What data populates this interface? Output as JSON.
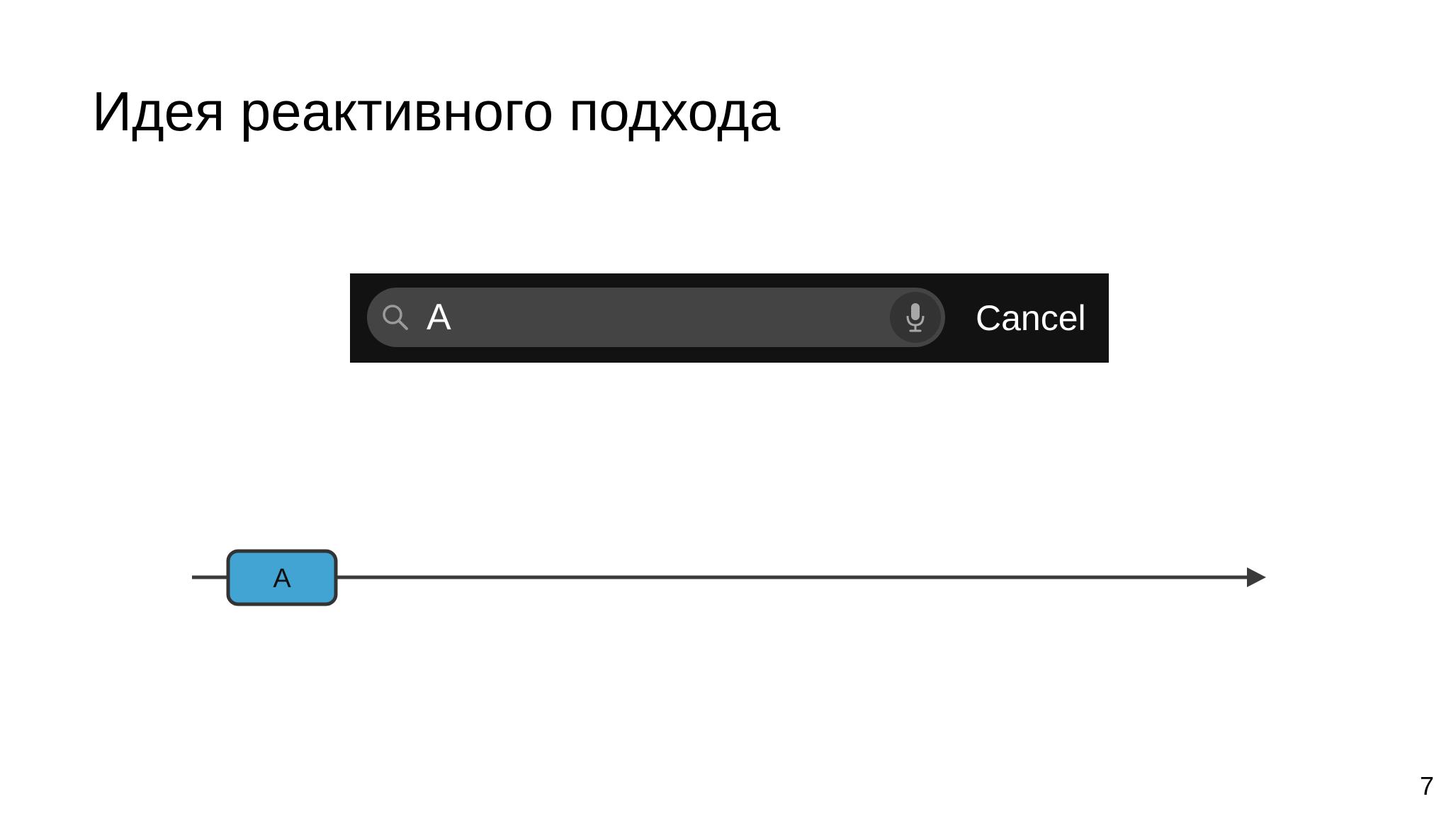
{
  "slide": {
    "title": "Идея реактивного подхода",
    "page_number": "7"
  },
  "search_bar": {
    "query": "A",
    "cancel_label": "Cancel",
    "icons": {
      "search": "search-icon",
      "mic": "microphone-icon"
    }
  },
  "timeline": {
    "events": [
      {
        "label": "A"
      }
    ],
    "colors": {
      "line": "#3a3a3a",
      "event_fill": "#41a4d2",
      "event_stroke": "#333333"
    }
  }
}
